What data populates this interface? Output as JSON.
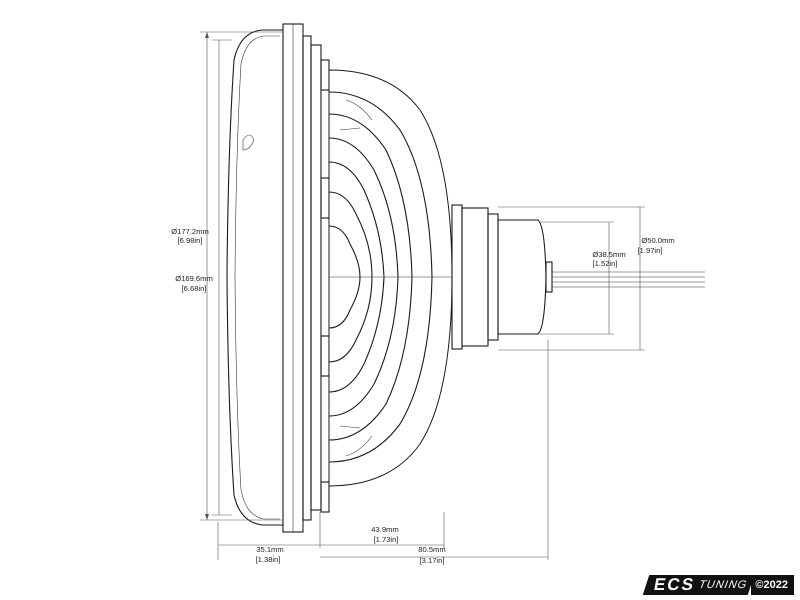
{
  "dimensions": {
    "outer_diameter": {
      "mm": "Ø177.2mm",
      "in": "[6.98in]"
    },
    "lens_diameter": {
      "mm": "Ø169.6mm",
      "in": "[6.68in]"
    },
    "connector_outer_diameter": {
      "mm": "Ø50.0mm",
      "in": "[1.97in]"
    },
    "connector_inner_diameter": {
      "mm": "Ø38.5mm",
      "in": "[1.52in]"
    },
    "lens_depth": {
      "mm": "35.1mm",
      "in": "[1.38in]"
    },
    "heatsink_depth": {
      "mm": "43.9mm",
      "in": "[1.73in]"
    },
    "total_depth": {
      "mm": "80.5mm",
      "in": "[3.17in]"
    }
  },
  "watermark": {
    "brand_letters": "ECS",
    "brand_word": "TUNING",
    "copyright": "©2022"
  },
  "colors": {
    "line": "#1a1a1a",
    "dimension": "#555555",
    "brand_red": "#e0161b",
    "brand_black": "#111111"
  }
}
